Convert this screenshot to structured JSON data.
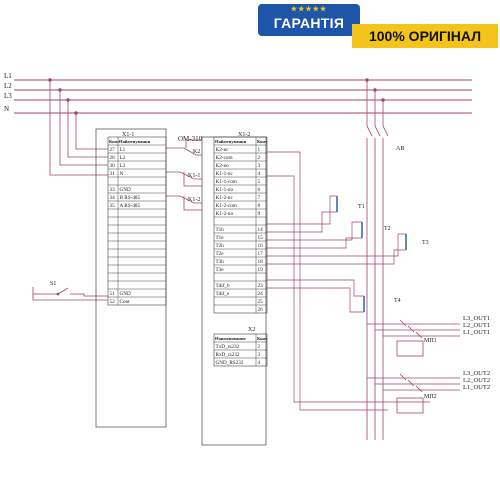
{
  "badges": {
    "guarantee": "ГАРАНТІЯ",
    "stars": "★★★★★",
    "original": "100% ОРИГІНАЛ",
    "colors": {
      "guarantee_bg": "#1d55a8",
      "original_bg": "#f4c41c",
      "stars": "#f3c613"
    }
  },
  "bus": {
    "lines": [
      "L1",
      "L2",
      "L3",
      "N"
    ],
    "color": "#a0446e"
  },
  "device": {
    "title": "OM-310"
  },
  "x1_1": {
    "title": "X1-1",
    "col_no": "Конт",
    "col_name": "Найменування",
    "rows": [
      {
        "no": "27",
        "name": "L1"
      },
      {
        "no": "28",
        "name": "L2"
      },
      {
        "no": "30",
        "name": "L3"
      },
      {
        "no": "31",
        "name": "N"
      },
      {
        "no": "",
        "name": ""
      },
      {
        "no": "33",
        "name": "GND"
      },
      {
        "no": "34",
        "name": "B RS-485"
      },
      {
        "no": "35",
        "name": "A RS-485"
      },
      {
        "no": "",
        "name": ""
      },
      {
        "no": "",
        "name": ""
      },
      {
        "no": "",
        "name": ""
      },
      {
        "no": "",
        "name": ""
      },
      {
        "no": "",
        "name": ""
      },
      {
        "no": "",
        "name": ""
      },
      {
        "no": "",
        "name": ""
      },
      {
        "no": "",
        "name": ""
      },
      {
        "no": "",
        "name": ""
      },
      {
        "no": "",
        "name": ""
      },
      {
        "no": "51",
        "name": "GND"
      },
      {
        "no": "52",
        "name": "Cont"
      }
    ]
  },
  "x1_2": {
    "title": "X1-2",
    "col_no": "Конт",
    "col_name": "Найменування",
    "rows": [
      {
        "name": "K2-nc",
        "no": "1"
      },
      {
        "name": "K2-com",
        "no": "2"
      },
      {
        "name": "K2-no",
        "no": "3"
      },
      {
        "name": "K1-1-nc",
        "no": "4"
      },
      {
        "name": "K1-1-com",
        "no": "5"
      },
      {
        "name": "K1-1-no",
        "no": "6"
      },
      {
        "name": "K1-2-nc",
        "no": "7"
      },
      {
        "name": "K1-2-com",
        "no": "8"
      },
      {
        "name": "K1-2-no",
        "no": "9"
      },
      {
        "name": "",
        "no": ""
      },
      {
        "name": "T1b",
        "no": "14"
      },
      {
        "name": "T1e",
        "no": "15"
      },
      {
        "name": "T2b",
        "no": "16"
      },
      {
        "name": "T2e",
        "no": "17"
      },
      {
        "name": "T3b",
        "no": "18"
      },
      {
        "name": "T3e",
        "no": "19"
      },
      {
        "name": "",
        "no": ""
      },
      {
        "name": "Tdif_b",
        "no": "23"
      },
      {
        "name": "Tdif_e",
        "no": "24"
      },
      {
        "name": "",
        "no": "25"
      },
      {
        "name": "",
        "no": "26"
      }
    ]
  },
  "x2": {
    "title": "X2",
    "col_name": "Наименование",
    "col_no": "Конт",
    "rows": [
      {
        "name": "TxD_rs232",
        "no": "2"
      },
      {
        "name": "RxD_rs232",
        "no": "3"
      },
      {
        "name": "GND_RS232",
        "no": "4"
      }
    ]
  },
  "relays": {
    "k2": "K2",
    "k1_1": "K1-1",
    "k1_2": "K1-2"
  },
  "switch": {
    "s1": "S1"
  },
  "breaker": {
    "label": "AB"
  },
  "transformers": [
    "T1",
    "T2",
    "T3",
    "T4"
  ],
  "starters": [
    "МП1",
    "МП2"
  ],
  "outputs1": [
    "L3_OUT1",
    "L2_OUT1",
    "L1_OUT1"
  ],
  "outputs2": [
    "L3_OUT2",
    "L2_OUT2",
    "L1_OUT2"
  ]
}
